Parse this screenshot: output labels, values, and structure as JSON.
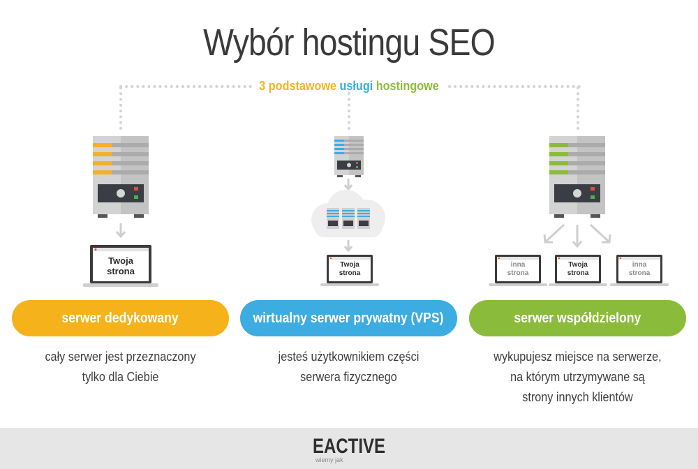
{
  "title": "Wybór hostingu SEO",
  "subtitle": {
    "part1": "3 podstawowe",
    "part2": "usługi",
    "part3": "hostingowe",
    "colors": [
      "#f2b323",
      "#3aaee2",
      "#8dbb3e"
    ]
  },
  "columns": [
    {
      "label": "serwer dedykowany",
      "color": "#f5b21b",
      "accent": "#f4b128",
      "description": [
        "cały serwer jest przeznaczony",
        "tylko dla Ciebie"
      ],
      "laptops": [
        {
          "text": [
            "Twoja",
            "strona"
          ]
        }
      ]
    },
    {
      "label": "wirtualny serwer prywatny (VPS)",
      "color": "#3cace1",
      "accent": "#3cace1",
      "description": [
        "jesteś użytkownikiem części",
        "serwera fizycznego"
      ],
      "laptops": [
        {
          "text": [
            "Twoja",
            "strona"
          ]
        }
      ]
    },
    {
      "label": "serwer współdzielony",
      "color": "#8bbb3a",
      "accent": "#8bbb3a",
      "description": [
        "wykupujesz miejsce na serwerze,",
        "na którym utrzymywane są",
        "strony innych klientów"
      ],
      "laptops": [
        {
          "text": [
            "inna",
            "strona"
          ]
        },
        {
          "text": [
            "Twoja",
            "strona"
          ]
        },
        {
          "text": [
            "inna",
            "strona"
          ]
        }
      ]
    }
  ],
  "footer": {
    "logo": "EACTIVE",
    "tagline": "wiemy jak"
  }
}
